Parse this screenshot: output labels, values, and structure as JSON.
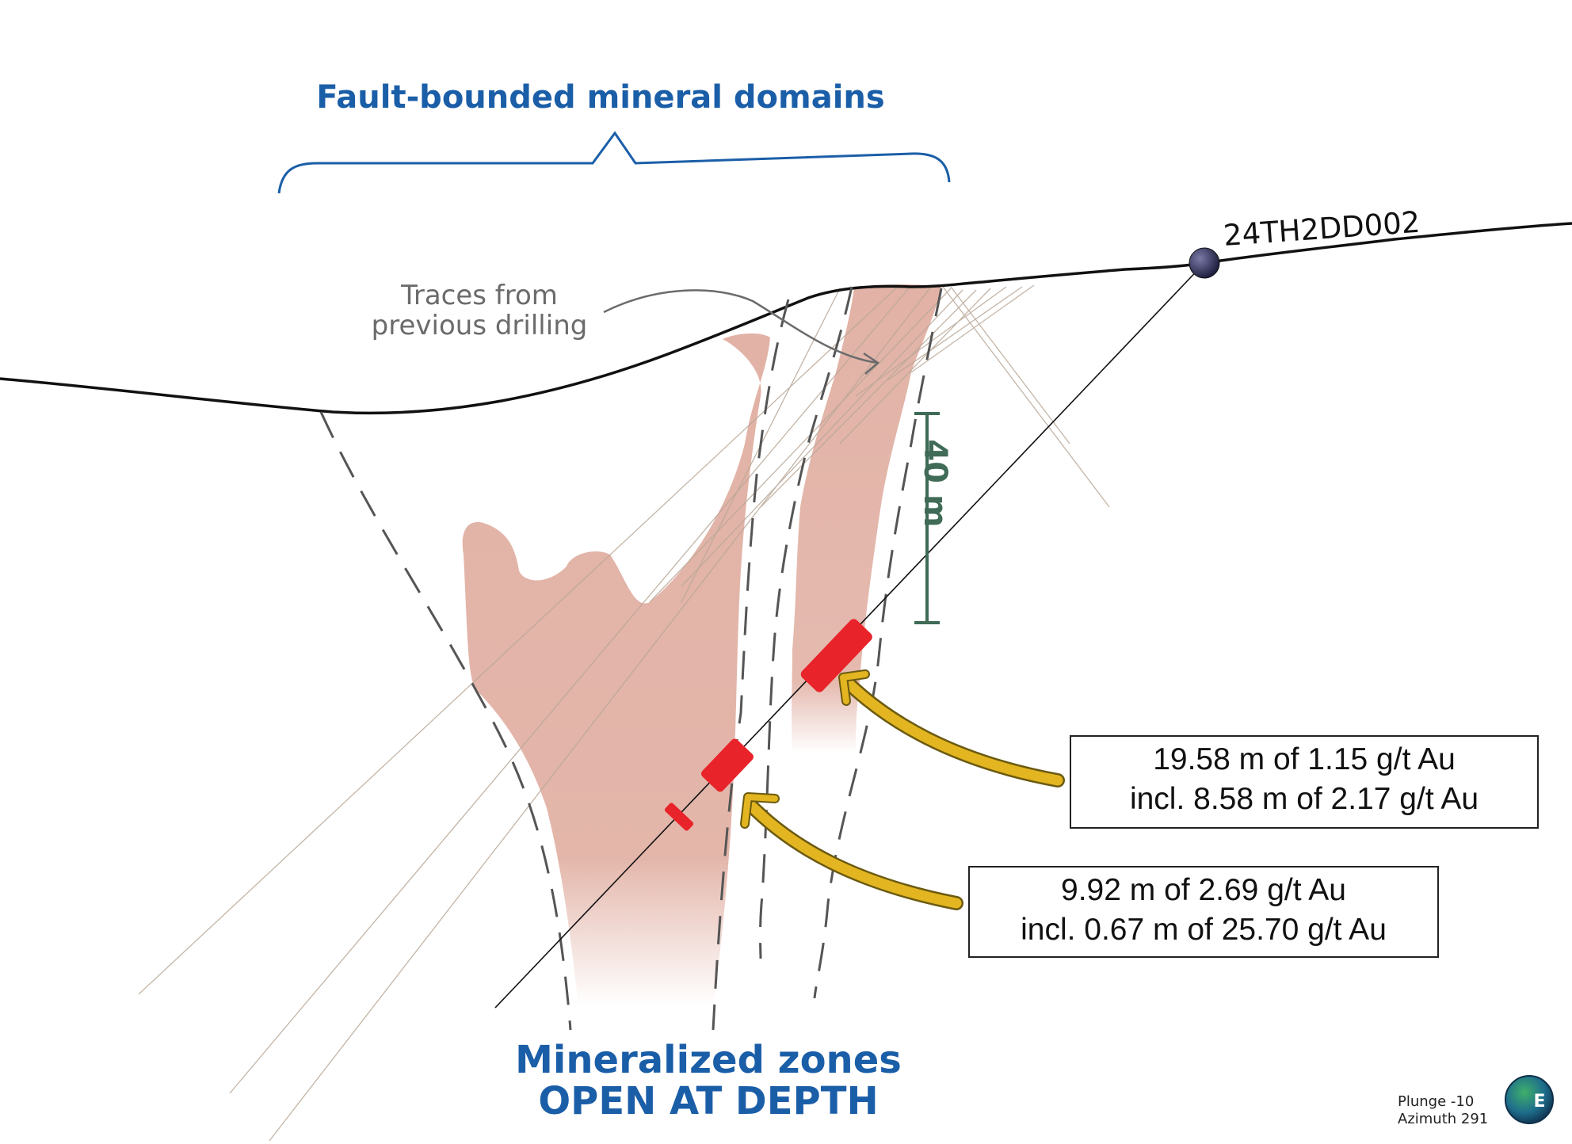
{
  "titles": {
    "top": "Fault-bounded mineral domains",
    "bottom_line1": "Mineralized zones",
    "bottom_line2": "OPEN AT DEPTH"
  },
  "annotations": {
    "traces_line1": "Traces from",
    "traces_line2": "previous drilling",
    "drillhole_id": "24TH2DD002",
    "scale_bar": "40 m"
  },
  "results": [
    {
      "line1": "19.58 m of 1.15 g/t Au",
      "line2": "incl. 8.58 m of 2.17 g/t Au"
    },
    {
      "line1": "9.92 m of 2.69 g/t Au",
      "line2": "incl. 0.67 m of 25.70 g/t Au"
    }
  ],
  "orientation": {
    "plunge": "Plunge -10",
    "azimuth": "Azimuth 291",
    "compass_letter": "E"
  },
  "colors": {
    "title_blue": "#1b5ea8",
    "mineral_zone": "#e2b2a6",
    "intercept_red": "#e8232a",
    "arrow_gold": "#e3b521",
    "scale_green": "#3f6b57",
    "surface_line": "#111111",
    "trace_grey": "#b9a898"
  }
}
